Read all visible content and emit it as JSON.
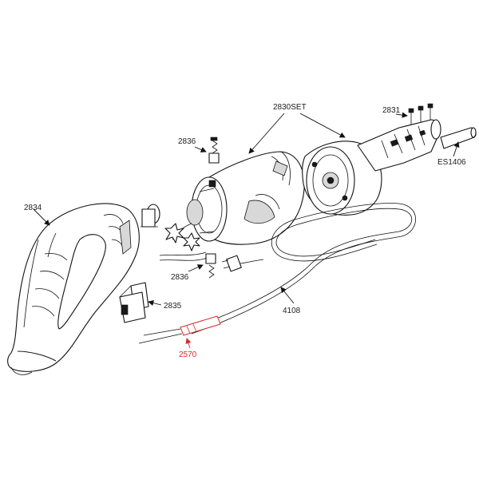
{
  "parts": {
    "p2830set": "2830SET",
    "p2831": "2831",
    "p2836_top": "2836",
    "p2836_bottom": "2836",
    "p2834": "2834",
    "p2835": "2835",
    "p4108": "4108",
    "p2570": "2570",
    "pES1406": "ES1406"
  },
  "colors": {
    "line": "#111111",
    "highlight": "#d42a2a",
    "background": "#ffffff"
  }
}
